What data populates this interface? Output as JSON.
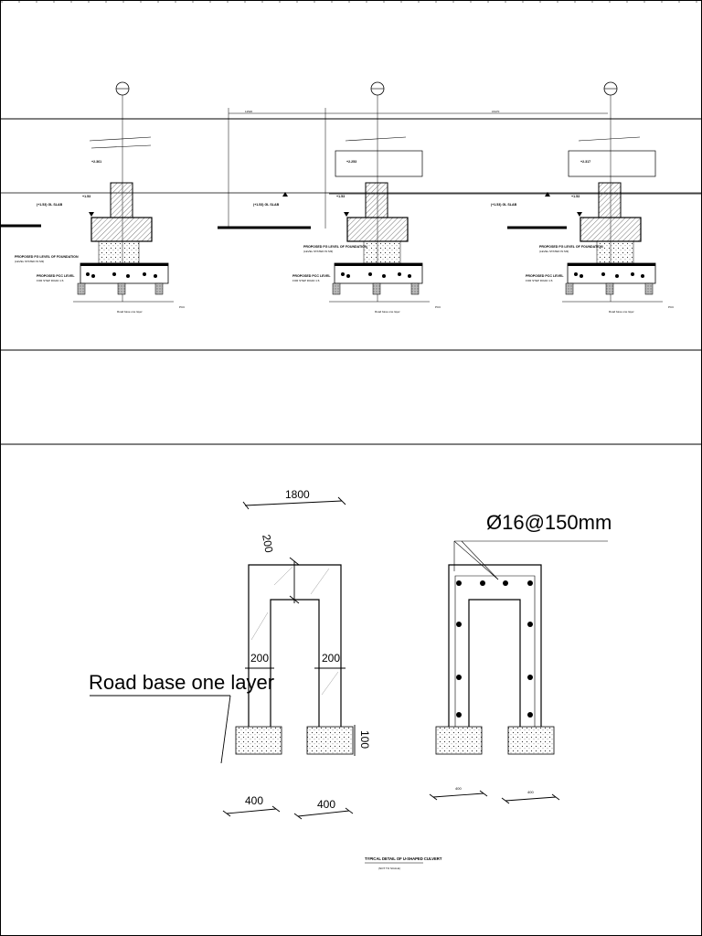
{
  "sections": {
    "top": {
      "dims": {
        "span_left": "11520",
        "span_right": "15470"
      },
      "footings": [
        {
          "label_prefix": "PROPOSED FG LEVEL OF FOUNDATION",
          "label_sub": "(LEVEL STATED IN M3)",
          "pcc_label": "PROPOSED PCC LEVEL",
          "pcc_sub": "FOR STEP ROAD 1:6",
          "road_base_label": "Road base one layer",
          "pcc_tag": "PCC",
          "level_left": "(+1.53) GL SLAB",
          "level_mid": "+1.53",
          "level_top": "+2.361"
        },
        {
          "label_prefix": "PROPOSED FG LEVEL OF FOUNDATION",
          "label_sub": "(LEVEL STATED IN M3)",
          "pcc_label": "PROPOSED PCC LEVEL",
          "pcc_sub": "FOR STEP ROAD 1:6",
          "road_base_label": "Road base one layer",
          "pcc_tag": "PCC",
          "level_left": "(+1.53) GL SLAB",
          "level_mid": "+1.53",
          "level_top": "+2.253"
        },
        {
          "label_prefix": "PROPOSED FG LEVEL OF FOUNDATION",
          "label_sub": "(LEVEL STATED IN M3)",
          "pcc_label": "PROPOSED PCC LEVEL",
          "pcc_sub": "FOR STEP ROAD 1:6",
          "road_base_label": "Road base one layer",
          "pcc_tag": "PCC",
          "level_left": "(+1.53) GL SLAB",
          "level_mid": "+1.53",
          "level_top": "+2.317"
        }
      ]
    },
    "bottom": {
      "dim_width": "1800",
      "dim_thickness_top": "200",
      "dim_wall_left": "200",
      "dim_wall_right": "200",
      "dim_depth": "100",
      "dim_base_left": "400",
      "dim_base_right": "400",
      "dim_base_left_small": "400",
      "dim_base_right_small": "400",
      "road_base_label": "Road base one layer",
      "rebar_label": "Ø16@150mm",
      "title_line1": "TYPICAL DETAIL OF U-SHAPED CULVERT",
      "title_line2": "(NOT TO SCALE)"
    }
  }
}
